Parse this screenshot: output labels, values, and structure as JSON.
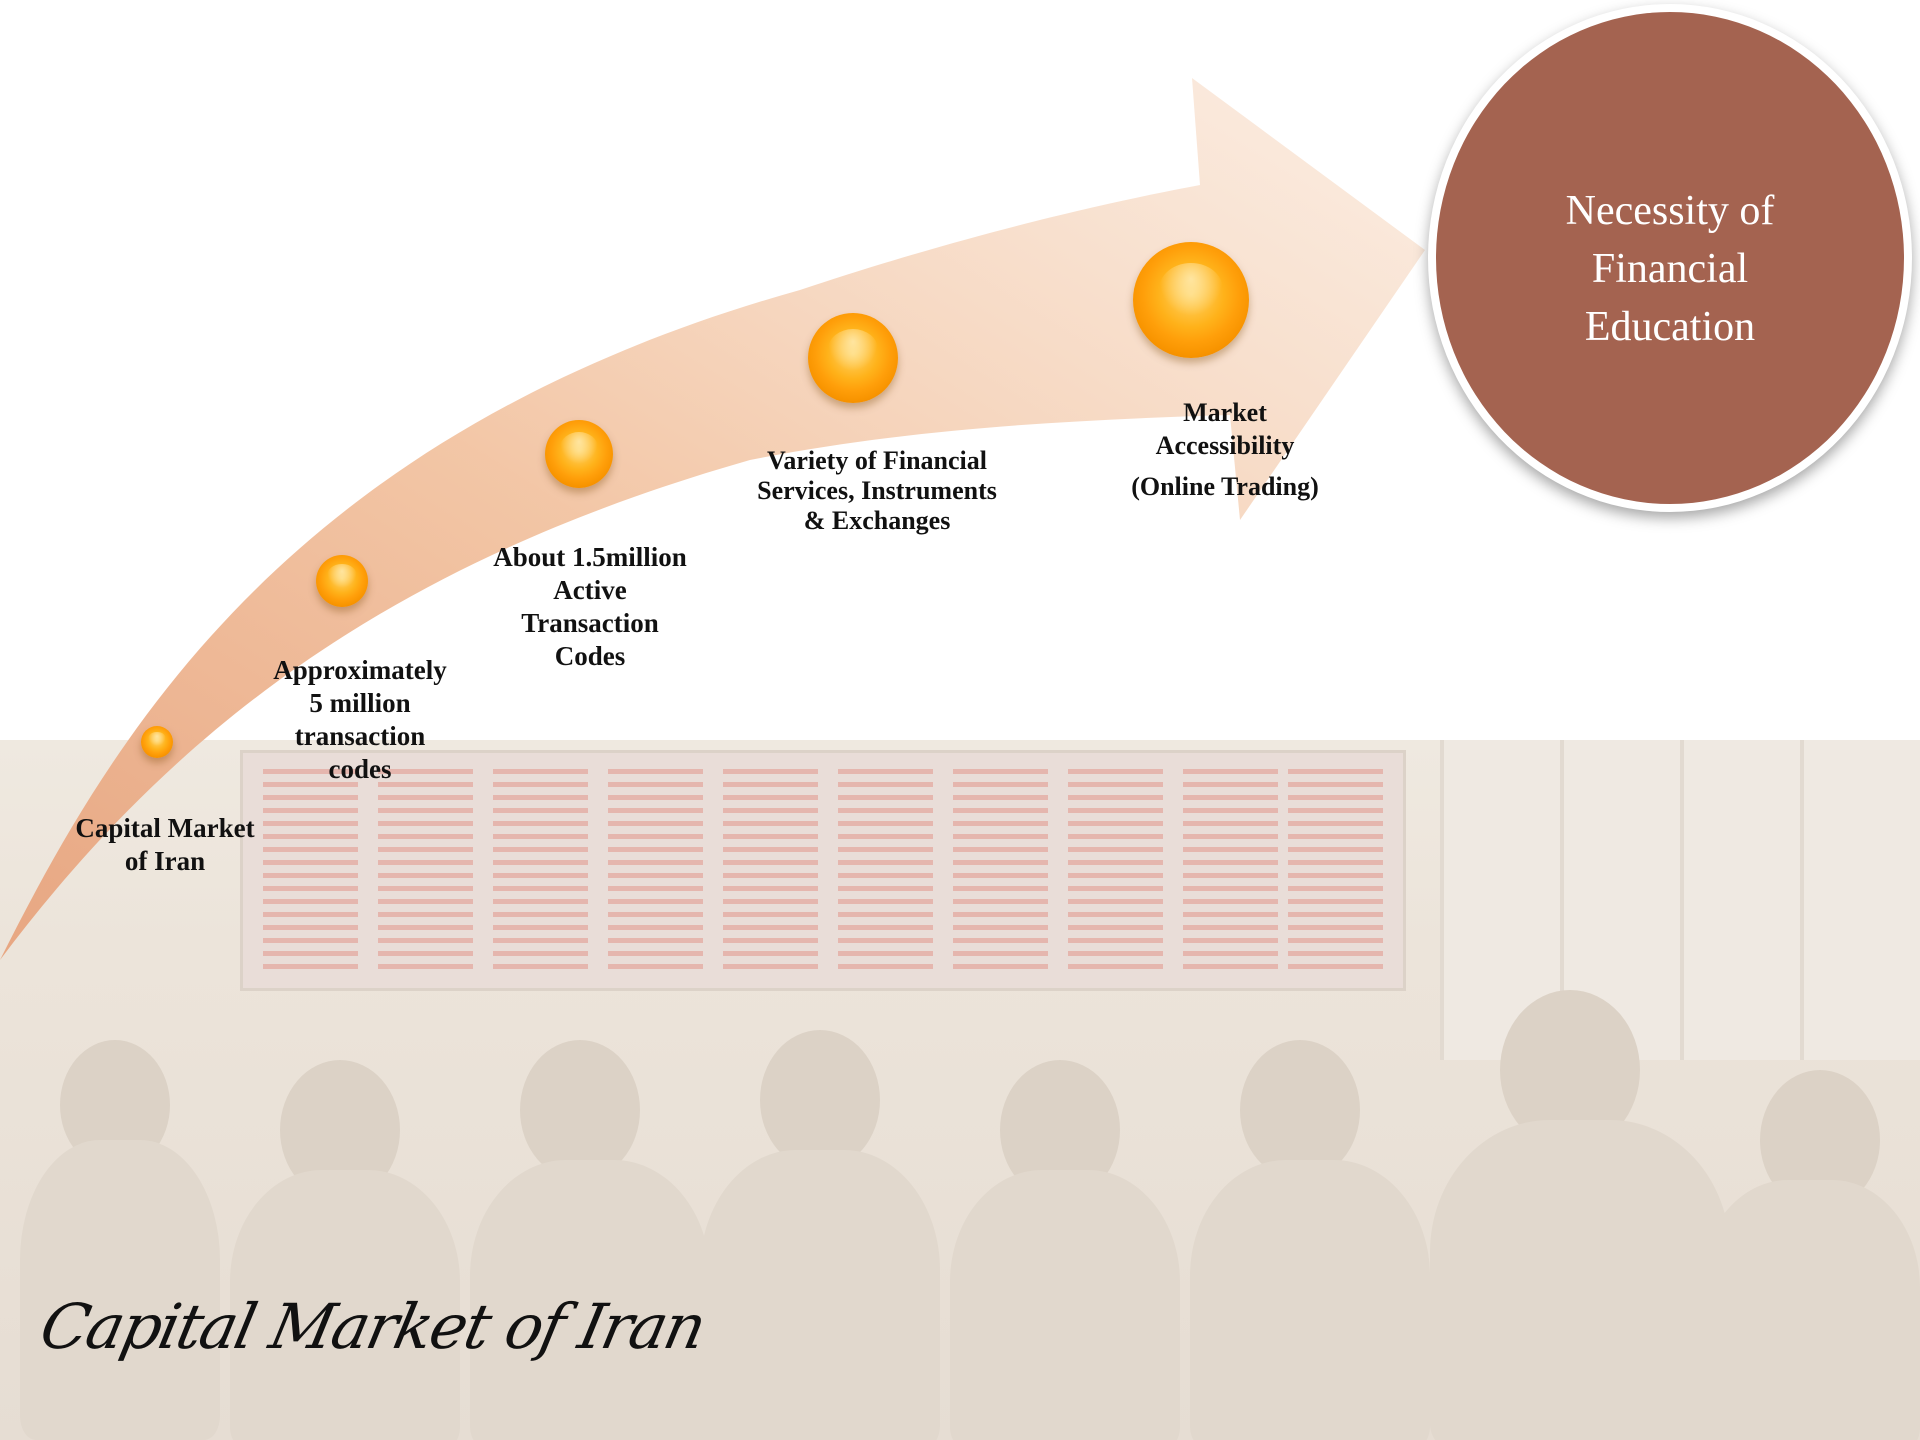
{
  "diagram": {
    "milestones": [
      {
        "label": "Capital Market of Iran"
      },
      {
        "label": "Approximately 5 million transaction codes"
      },
      {
        "label": "About 1.5million Active Transaction Codes"
      },
      {
        "label": "Variety of Financial Services, Instruments & Exchanges"
      },
      {
        "label": "Market Accessibility (Online Trading)"
      }
    ],
    "labels": {
      "m1_line1": "Capital Market",
      "m1_line2": "of  Iran",
      "m2_line1": "Approximately",
      "m2_line2": "5 million",
      "m2_line3": "transaction",
      "m2_line4": "codes",
      "m3_line1": "About 1.5million",
      "m3_line2": "Active",
      "m3_line3": "Transaction",
      "m3_line4": "Codes",
      "m4_line1": "Variety of Financial",
      "m4_line2": "Services, Instruments",
      "m4_line3": "&  Exchanges",
      "m5_line1": "Market",
      "m5_line2": "Accessibility",
      "m5_line3": "(Online Trading)"
    },
    "goal": {
      "line1": "Necessity of",
      "line2": "Financial",
      "line3": "Education"
    },
    "footer_title": "Capital Market of Iran"
  },
  "colors": {
    "arrow_fill": "#f3c7a6",
    "milestone_orange": "#ffa20f",
    "goal_circle": "#a46350",
    "goal_text": "#ffffff"
  }
}
